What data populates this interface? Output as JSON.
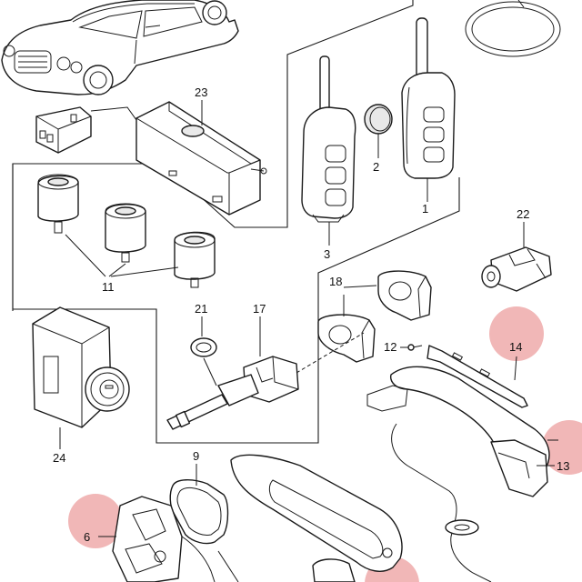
{
  "figure": "Door lock, handle and key exploded parts diagram",
  "callouts": [
    {
      "id": "c23",
      "label": "23"
    },
    {
      "id": "c2",
      "label": "2"
    },
    {
      "id": "c1",
      "label": "1"
    },
    {
      "id": "c3",
      "label": "3"
    },
    {
      "id": "c22",
      "label": "22"
    },
    {
      "id": "c11",
      "label": "11"
    },
    {
      "id": "c18",
      "label": "18"
    },
    {
      "id": "c21",
      "label": "21"
    },
    {
      "id": "c17",
      "label": "17"
    },
    {
      "id": "c12",
      "label": "12"
    },
    {
      "id": "c14",
      "label": "14"
    },
    {
      "id": "c13",
      "label": "13"
    },
    {
      "id": "c24",
      "label": "24"
    },
    {
      "id": "c9",
      "label": "9"
    },
    {
      "id": "c6",
      "label": "6"
    }
  ],
  "highlight_markers": [
    {
      "callout": "14"
    },
    {
      "callout": "13"
    },
    {
      "callout": "6"
    },
    {
      "callout": "bottom-edge"
    }
  ],
  "colors": {
    "marker": "#e88a8a",
    "line": "#1a1a1a",
    "background": "#ffffff"
  }
}
